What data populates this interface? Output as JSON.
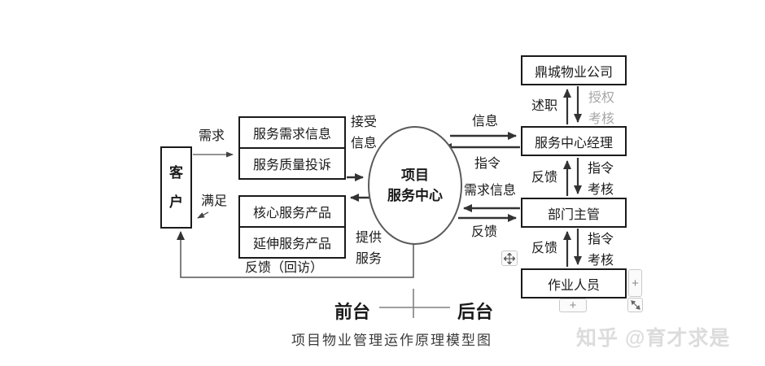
{
  "diagram": {
    "customer_label": "客\n户",
    "center": {
      "line1": "项目",
      "line2": "服务中心"
    },
    "demand_box": {
      "row1": "服务需求信息",
      "row2": "服务质量投诉"
    },
    "product_box": {
      "row1": "核心服务产品",
      "row2": "延伸服务产品"
    },
    "right_column": {
      "company": "鼎城物业公司",
      "manager": "服务中心经理",
      "supervisor": "部门主管",
      "workers": "作业人员"
    },
    "edge_labels": {
      "demand": "需求",
      "satisfy": "满足",
      "accept_info": "接受\n信息",
      "provide_service": "提供\n服务",
      "feedback_visit": "反馈（回访）",
      "info": "信息",
      "order": "指令",
      "demand_info": "需求信息",
      "feedback_center": "反馈",
      "report": "述职",
      "authorize_assess": "授权\n考核",
      "feedback_manager": "反馈",
      "order_assess_1": "指令\n考核",
      "feedback_supervisor": "反馈",
      "order_assess_2": "指令\n考核",
      "front_stage": "前台",
      "back_stage": "后台"
    },
    "caption": "项目物业管理运作原理模型图",
    "watermark": "知乎 @育才求是"
  },
  "editor": {
    "plus": "+"
  },
  "colors": {
    "box_border": "#1a1a1a",
    "arrow": "#333333",
    "thin_line": "#555555",
    "stage_line": "#808080",
    "gray_label": "#a6a6a6",
    "watermark": "#dcdcdc"
  }
}
